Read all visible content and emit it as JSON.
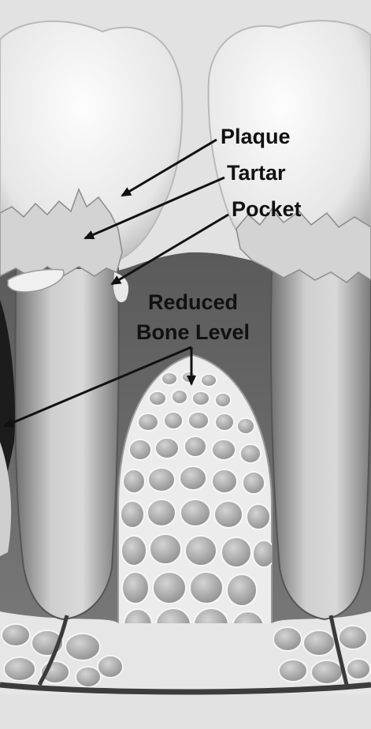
{
  "labels": {
    "plaque": "Plaque",
    "tartar": "Tartar",
    "pocket": "Pocket",
    "reduced_bone_level_line1": "Reduced",
    "reduced_bone_level_line2": "Bone Level"
  },
  "colors": {
    "background": "#dcdcdc",
    "gum": "#6b6b6b",
    "bone_matrix": "#e9e9e9",
    "bone_cell": "#bdbdbd",
    "enamel": "#f4f4f4",
    "tartar": "#d2d2d2",
    "root": "#c4c4c4",
    "text": "#111111"
  }
}
